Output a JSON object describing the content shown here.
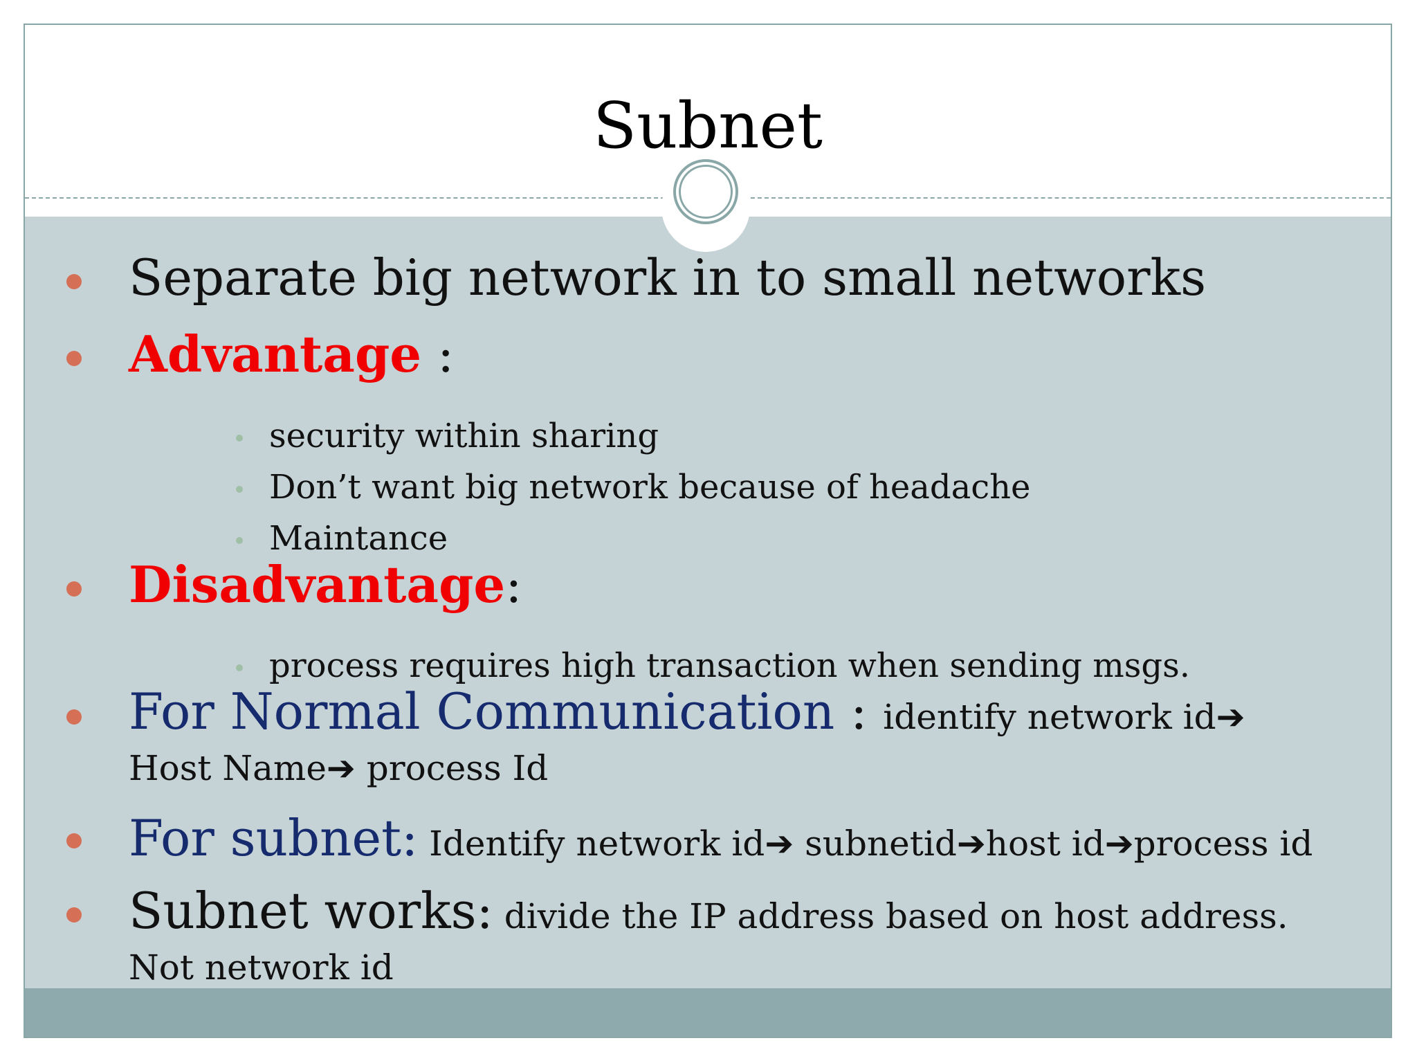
{
  "slide": {
    "title": "Subnet",
    "bullets": {
      "b1": "Separate big network in to small networks",
      "b2_label": "Advantage",
      "b2_suffix": " :",
      "b2_items": [
        "security within sharing",
        "Don’t want big network because of headache",
        "Maintance"
      ],
      "b3_label": "Disadvantage",
      "b3_suffix": ":",
      "b3_items": [
        "process requires high transaction when sending msgs."
      ],
      "b4_label": "For Normal Communication",
      "b4_colon": " : ",
      "b4_text": "identify network id➔ Host Name➔ process Id",
      "b5_label": "For subnet:",
      "b5_text": " Identify network id➔ subnetid➔host id➔process id",
      "b6_label": "Subnet works:",
      "b6_text": " divide the IP address based on host address. Not network id"
    }
  },
  "colors": {
    "content_band": "#c5d2d6",
    "footer_band": "#8eaaac",
    "accent_red": "#f00000",
    "accent_navy": "#152b6e",
    "bullet": "#d56f55",
    "sub_bullet": "#9fbfa6"
  }
}
